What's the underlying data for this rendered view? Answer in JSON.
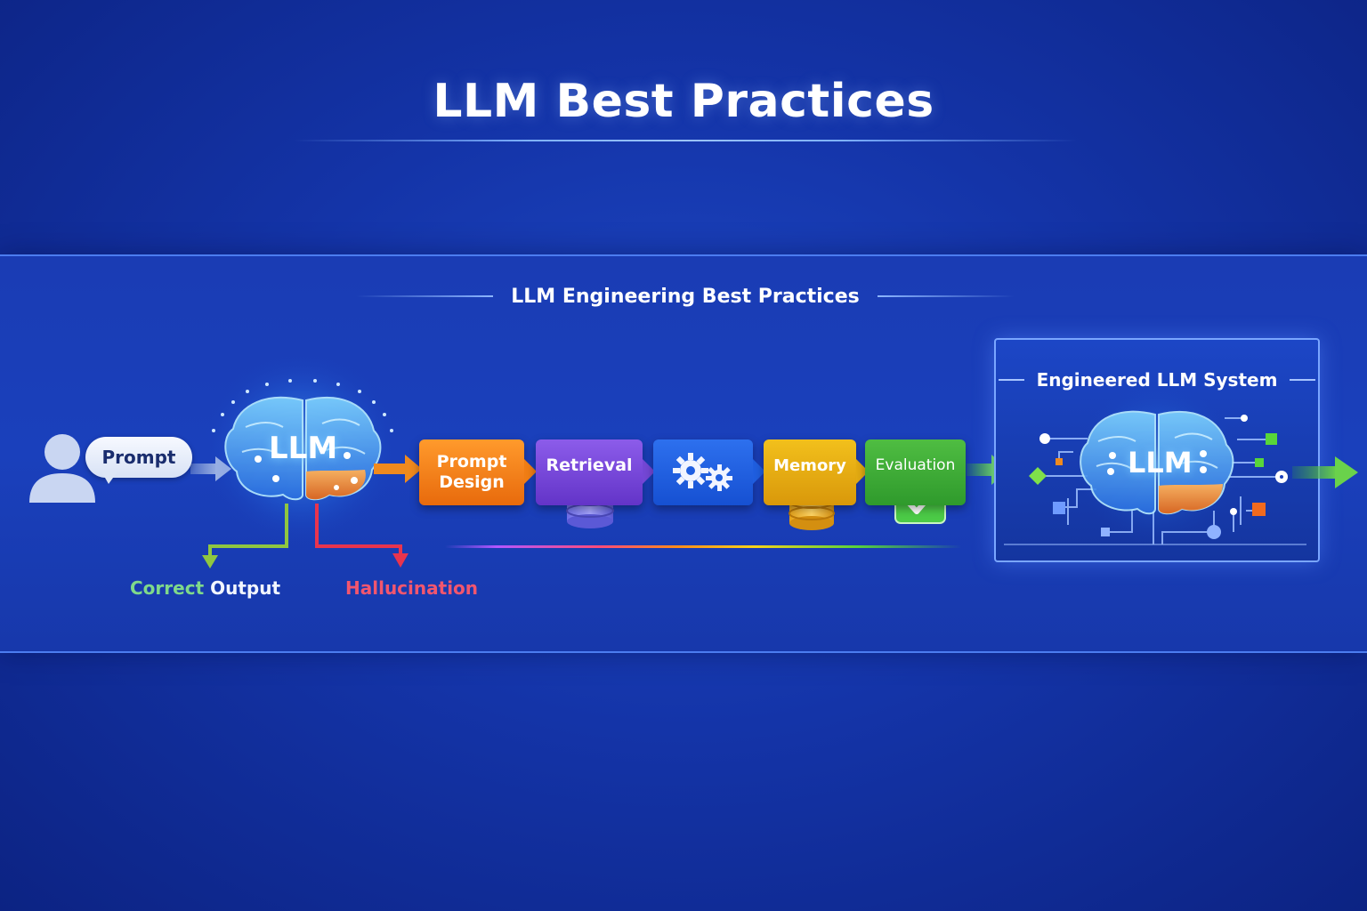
{
  "header": {
    "title": "LLM Best Practices"
  },
  "diagram": {
    "subtitle": "LLM Engineering Best Practices",
    "input": {
      "prompt_label": "Prompt",
      "user_icon": "user-icon"
    },
    "model": {
      "label": "LLM",
      "icon": "brain-icon"
    },
    "outcomes": {
      "correct_prefix": "Correct",
      "correct_suffix": " Output",
      "hallucination": "Hallucination",
      "correct_color": "#7fd98a",
      "hallucination_color": "#f2566e"
    },
    "pipeline": [
      {
        "id": "prompt-design",
        "label": "Prompt Design",
        "color": "#f07d14"
      },
      {
        "id": "retrieval",
        "label": "Retrieval",
        "color": "#7447d6",
        "icon": "database-icon"
      },
      {
        "id": "tools",
        "label": "",
        "color": "#1f5ee0",
        "icon": "gears-icon"
      },
      {
        "id": "memory",
        "label": "Memory",
        "color": "#e4ab12",
        "icon": "database-icon"
      },
      {
        "id": "evaluation",
        "label": "Evaluation",
        "color": "#3aa835",
        "icon": "checkmark-icon"
      }
    ],
    "system": {
      "title": "Engineered LLM System",
      "model_label": "LLM",
      "icon": "circuit-brain-icon"
    }
  }
}
